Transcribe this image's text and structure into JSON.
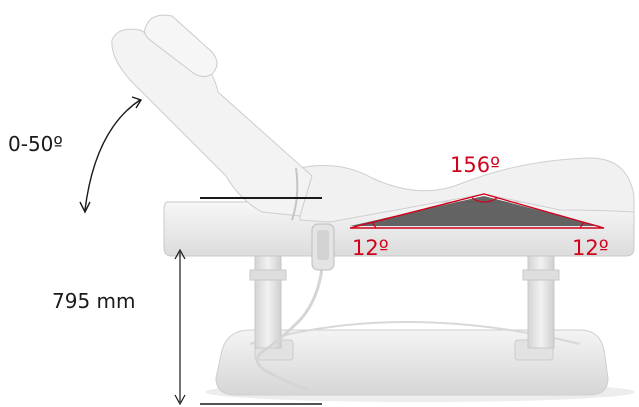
{
  "annotations": {
    "backrest_angle": "0-50º",
    "height": "795 mm",
    "top_angle": "156º",
    "left_angle": "12º",
    "right_angle": "12º"
  },
  "colors": {
    "accent": "#d0021b",
    "text": "#1a1a1a",
    "table_body": "#ececec",
    "table_shadow": "#c9c9c9"
  }
}
